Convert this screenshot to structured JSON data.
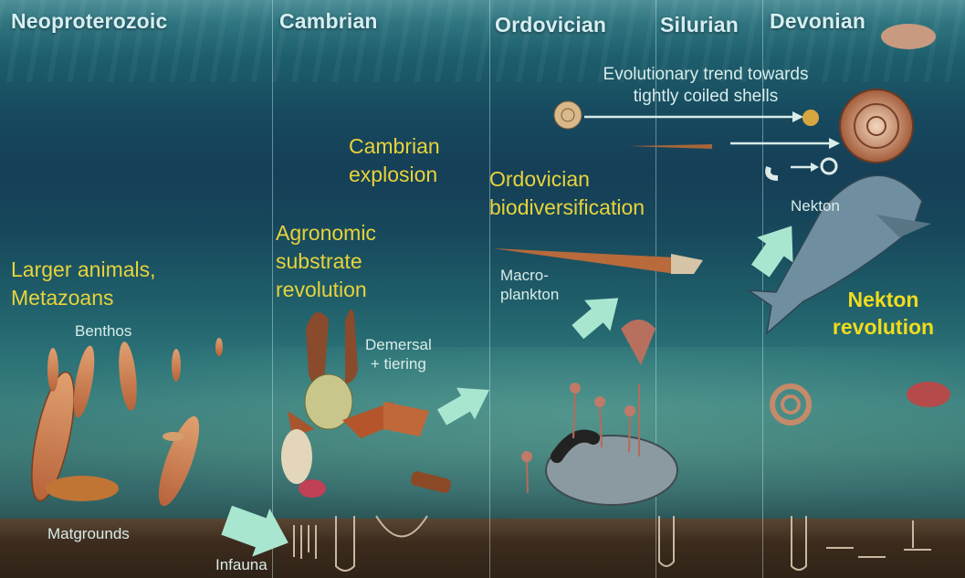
{
  "periods": {
    "neoproterozoic": "Neoproterozoic",
    "cambrian": "Cambrian",
    "ordovician": "Ordovician",
    "silurian": "Silurian",
    "devonian": "Devonian"
  },
  "events": {
    "cambrian_explosion_line1": "Cambrian",
    "cambrian_explosion_line2": "explosion",
    "ordovician_biodiv_line1": "Ordovician",
    "ordovician_biodiv_line2": "biodiversification",
    "agronomic_line1": "Agronomic",
    "agronomic_line2": "substrate",
    "agronomic_line3": "revolution",
    "larger_animals_line1": "Larger animals,",
    "larger_animals_line2": "Metazoans",
    "nekton_revolution_line1": "Nekton",
    "nekton_revolution_line2": "revolution"
  },
  "trend": {
    "line1": "Evolutionary trend towards",
    "line2": "tightly coiled shells"
  },
  "labels": {
    "benthos": "Benthos",
    "demersal_line1": "Demersal",
    "demersal_line2": "+ tiering",
    "macroplankton_line1": "Macro-",
    "macroplankton_line2": "plankton",
    "nekton": "Nekton",
    "matgrounds": "Matgrounds",
    "infauna": "Infauna"
  },
  "colors": {
    "event_text": "#e8d33a",
    "label_text": "#d8ece9",
    "arrow_fill": "#a9e6d0"
  }
}
